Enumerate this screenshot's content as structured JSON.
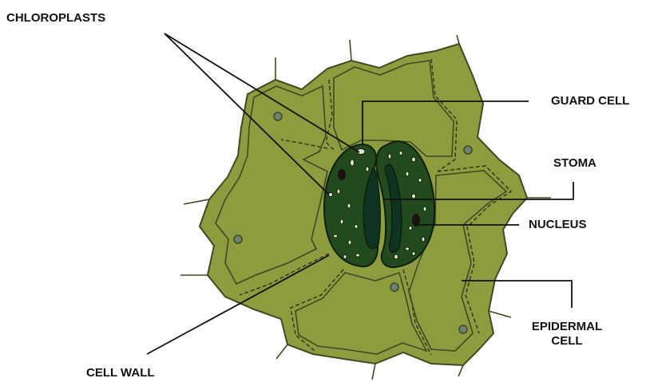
{
  "labels": {
    "chloroplasts": "CHLOROPLASTS",
    "guard_cell": "GUARD CELL",
    "stoma": "STOMA",
    "nucleus": "NUCLEUS",
    "epidermal_line1": "EPIDERMAL",
    "epidermal_line2": "CELL",
    "cell_wall": "CELL WALL"
  },
  "colors": {
    "epidermal_fill": "#8c9c3f",
    "epidermal_stroke": "#3f4a22",
    "inner_wall": "#2c3318",
    "guard_fill": "#234a1e",
    "guard_stroke": "#0e1f0c",
    "stoma_fill": "#0f3321",
    "chloroplast_fill": "#dfe8c8",
    "nucleus_fill": "#1a120e",
    "epidermal_nucleus": "#6f8074",
    "leader_line": "#111111"
  }
}
